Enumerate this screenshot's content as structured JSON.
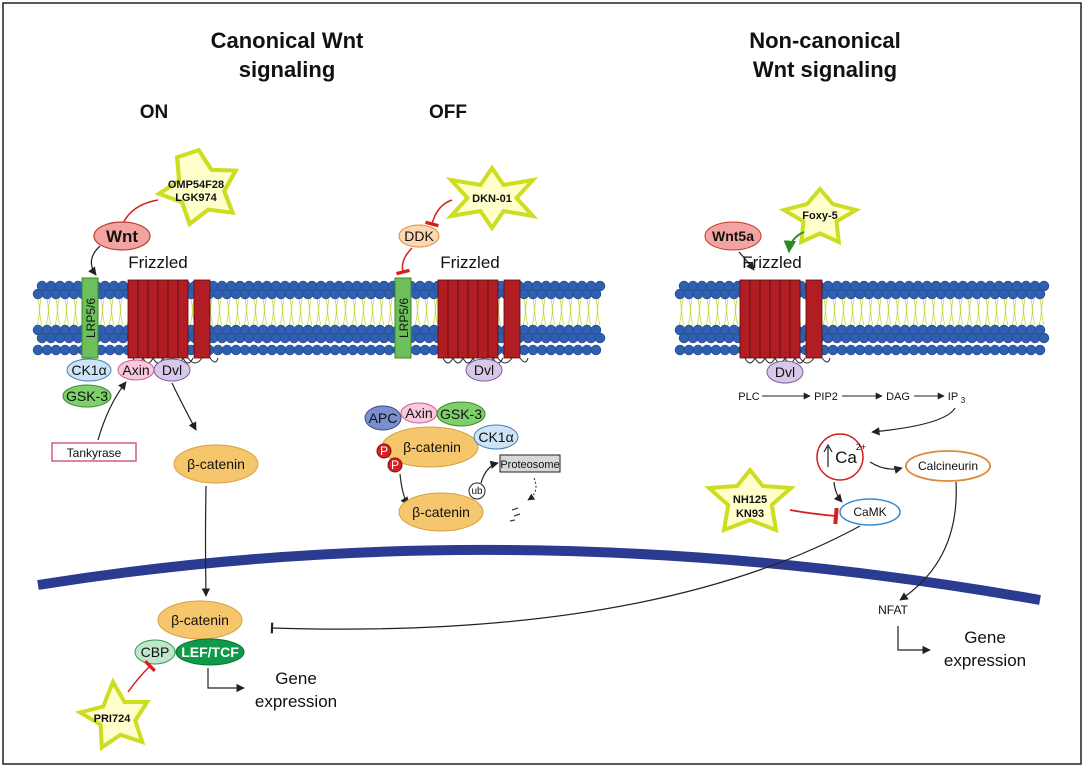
{
  "titles": {
    "canonical_line1": "Canonical Wnt",
    "canonical_line2": "signaling",
    "noncanonical_line1": "Non-canonical",
    "noncanonical_line2": "Wnt signaling",
    "on": "ON",
    "off": "OFF"
  },
  "drugs": {
    "omp_line1": "OMP54F28",
    "omp_line2": "LGK974",
    "dkn": "DKN-01",
    "foxy": "Foxy-5",
    "nh_line1": "NH125",
    "nh_line2": "KN93",
    "pri": "PRI724"
  },
  "molecules": {
    "wnt": "Wnt",
    "wnt5a": "Wnt5a",
    "ddk": "DDK",
    "frizzled": "Frizzled",
    "lrp": "LRP5/6",
    "ck1a": "CK1α",
    "axin": "Axin",
    "dvl": "Dvl",
    "gsk3": "GSK-3",
    "tankyrase": "Tankyrase",
    "bcatenin": "β-catenin",
    "apc": "APC",
    "p": "P",
    "ub": "ub",
    "proteosome": "Proteosome",
    "cbp": "CBP",
    "leftcf": "LEF/TCF",
    "gene": "Gene",
    "expression": "expression",
    "plc": "PLC",
    "pip2": "PIP2",
    "dag": "DAG",
    "ip": "IP",
    "ip_sub": "3",
    "ca": "Ca",
    "ca_sup": "2+",
    "calcineurin": "Calcineurin",
    "camk": "CaMK",
    "nfat": "NFAT"
  },
  "colors": {
    "star_fill": "#ffffcc",
    "star_stroke": "#ccdd22",
    "receptor": "#b01e24",
    "lrp": "#6cbf5a",
    "lipid_head": "#2f5fb0",
    "nucleus": "#2b3b8f",
    "bcatenin": "#f6c66c",
    "wnt": "#f2a5a0",
    "inhibit": "#d42020",
    "activate": "#2a8a2a"
  }
}
